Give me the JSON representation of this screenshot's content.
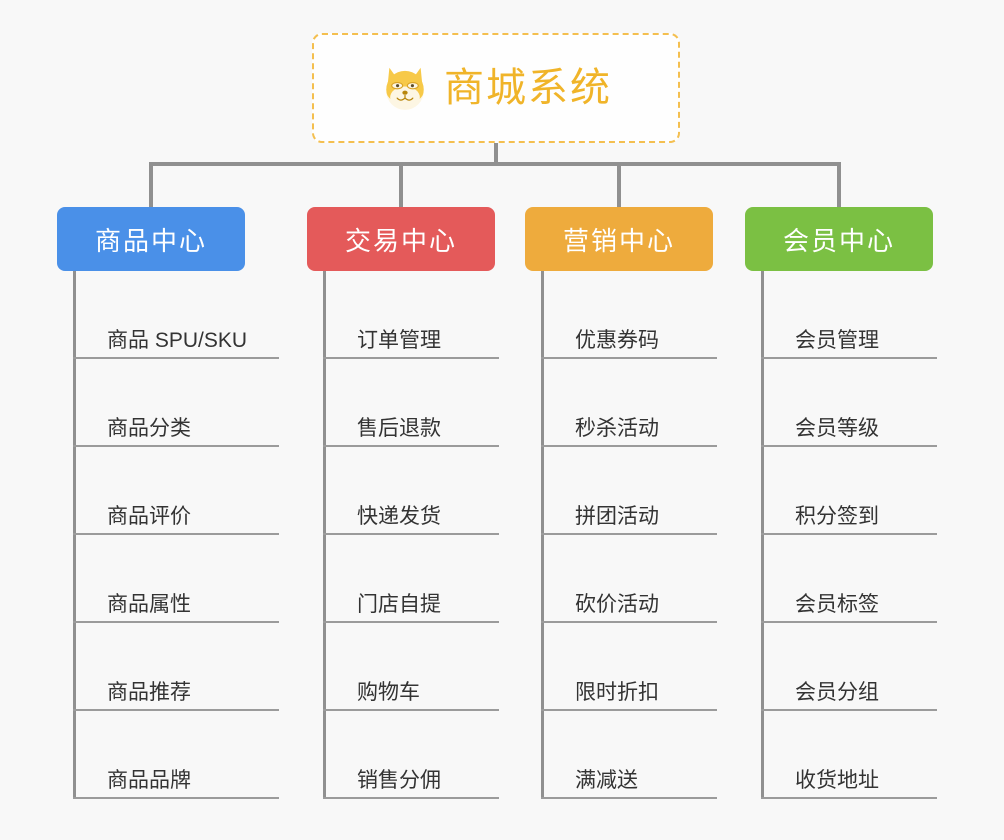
{
  "canvas": {
    "background": "#f8f8f8",
    "line_color": "#909090"
  },
  "root": {
    "title": "商城系统",
    "icon": "shiba-dog-face-icon",
    "border_color": "#f4bf4f",
    "text_color": "#f0b429",
    "background": "#fefefe"
  },
  "branches": [
    {
      "label": "商品中心",
      "color": "#4a90e8",
      "items": [
        "商品 SPU/SKU",
        "商品分类",
        "商品评价",
        "商品属性",
        "商品推荐",
        "商品品牌"
      ]
    },
    {
      "label": "交易中心",
      "color": "#e45a5a",
      "items": [
        "订单管理",
        "售后退款",
        "快递发货",
        "门店自提",
        "购物车",
        "销售分佣"
      ]
    },
    {
      "label": "营销中心",
      "color": "#eeab3d",
      "items": [
        "优惠券码",
        "秒杀活动",
        "拼团活动",
        "砍价活动",
        "限时折扣",
        "满减送"
      ]
    },
    {
      "label": "会员中心",
      "color": "#7bc043",
      "items": [
        "会员管理",
        "会员等级",
        "积分签到",
        "会员标签",
        "会员分组",
        "收货地址"
      ]
    }
  ]
}
